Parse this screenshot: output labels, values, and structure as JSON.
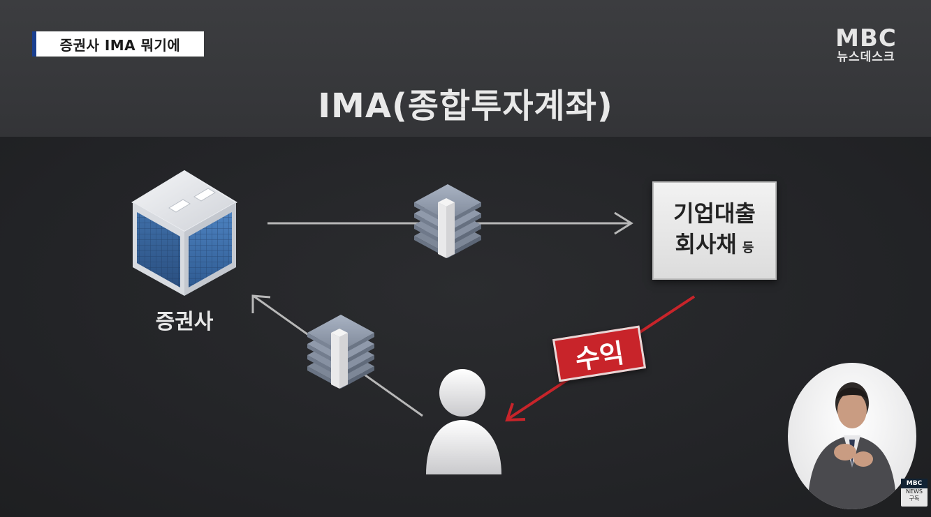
{
  "caption": {
    "text": "증권사 IMA 뭐기에"
  },
  "logo": {
    "brand": "MBC",
    "program": "뉴스데스크"
  },
  "title": "IMA(종합투자계좌)",
  "diagram": {
    "broker_label": "증권사",
    "target_line1": "기업대출",
    "target_line2": "회사채",
    "target_suffix": "등",
    "profit_label": "수익"
  },
  "badge": {
    "brand": "MBC",
    "sub": "NEWS",
    "subscribe": "구독"
  },
  "colors": {
    "accent_red": "#c8242a",
    "caption_bar": "#1a3f8f",
    "arrow_gray": "#b8b8b8"
  },
  "icons": [
    "building-icon",
    "money-stack-icon",
    "person-icon",
    "sign-language-interpreter"
  ]
}
